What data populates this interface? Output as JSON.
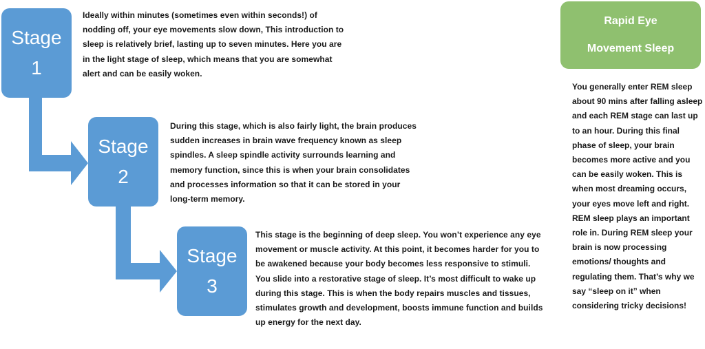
{
  "colors": {
    "stage_blue": "#5b9bd5",
    "rem_green": "#8fc06f",
    "text": "#1a1a1a"
  },
  "stages": [
    {
      "word": "Stage",
      "number": "1",
      "description": "Ideally within minutes (sometimes even within seconds!) of nodding off, your eye movements slow down,  This introduction to sleep is relatively brief, lasting up to seven minutes.  Here you are in the light stage of sleep, which means that you are somewhat alert and can be easily woken."
    },
    {
      "word": "Stage",
      "number": "2",
      "description": "During this stage, which is also fairly light, the brain produces sudden increases in brain wave frequency known as sleep spindles. A sleep spindle activity surrounds learning and memory function, since this is when your brain consolidates and processes information so that it can be stored in your long-term memory."
    },
    {
      "word": "Stage",
      "number": "3",
      "description": "This stage is the beginning of deep sleep.  You won’t experience any eye movement or muscle activity.  At this point, it becomes harder for you to be awakened  because your body becomes less responsive to stimuli.  You slide into a restorative stage of sleep.  It’s most difficult to wake up during this stage.  This is when the body repairs muscles and tissues, stimulates growth and development, boosts immune function and builds up energy for the next day."
    }
  ],
  "rem": {
    "title_line1": "Rapid Eye",
    "title_line2": "Movement Sleep",
    "description": "You generally enter REM sleep about 90 mins after falling asleep and each REM stage can last up to an hour. During this final phase of sleep, your brain becomes more active and you can be easily woken.  This is when most dreaming occurs, your eyes move left and right. REM sleep plays an important role in.  During REM sleep your brain is now processing emotions/ thoughts and regulating them. That’s why we say “sleep on it” when considering tricky  decisions!"
  }
}
